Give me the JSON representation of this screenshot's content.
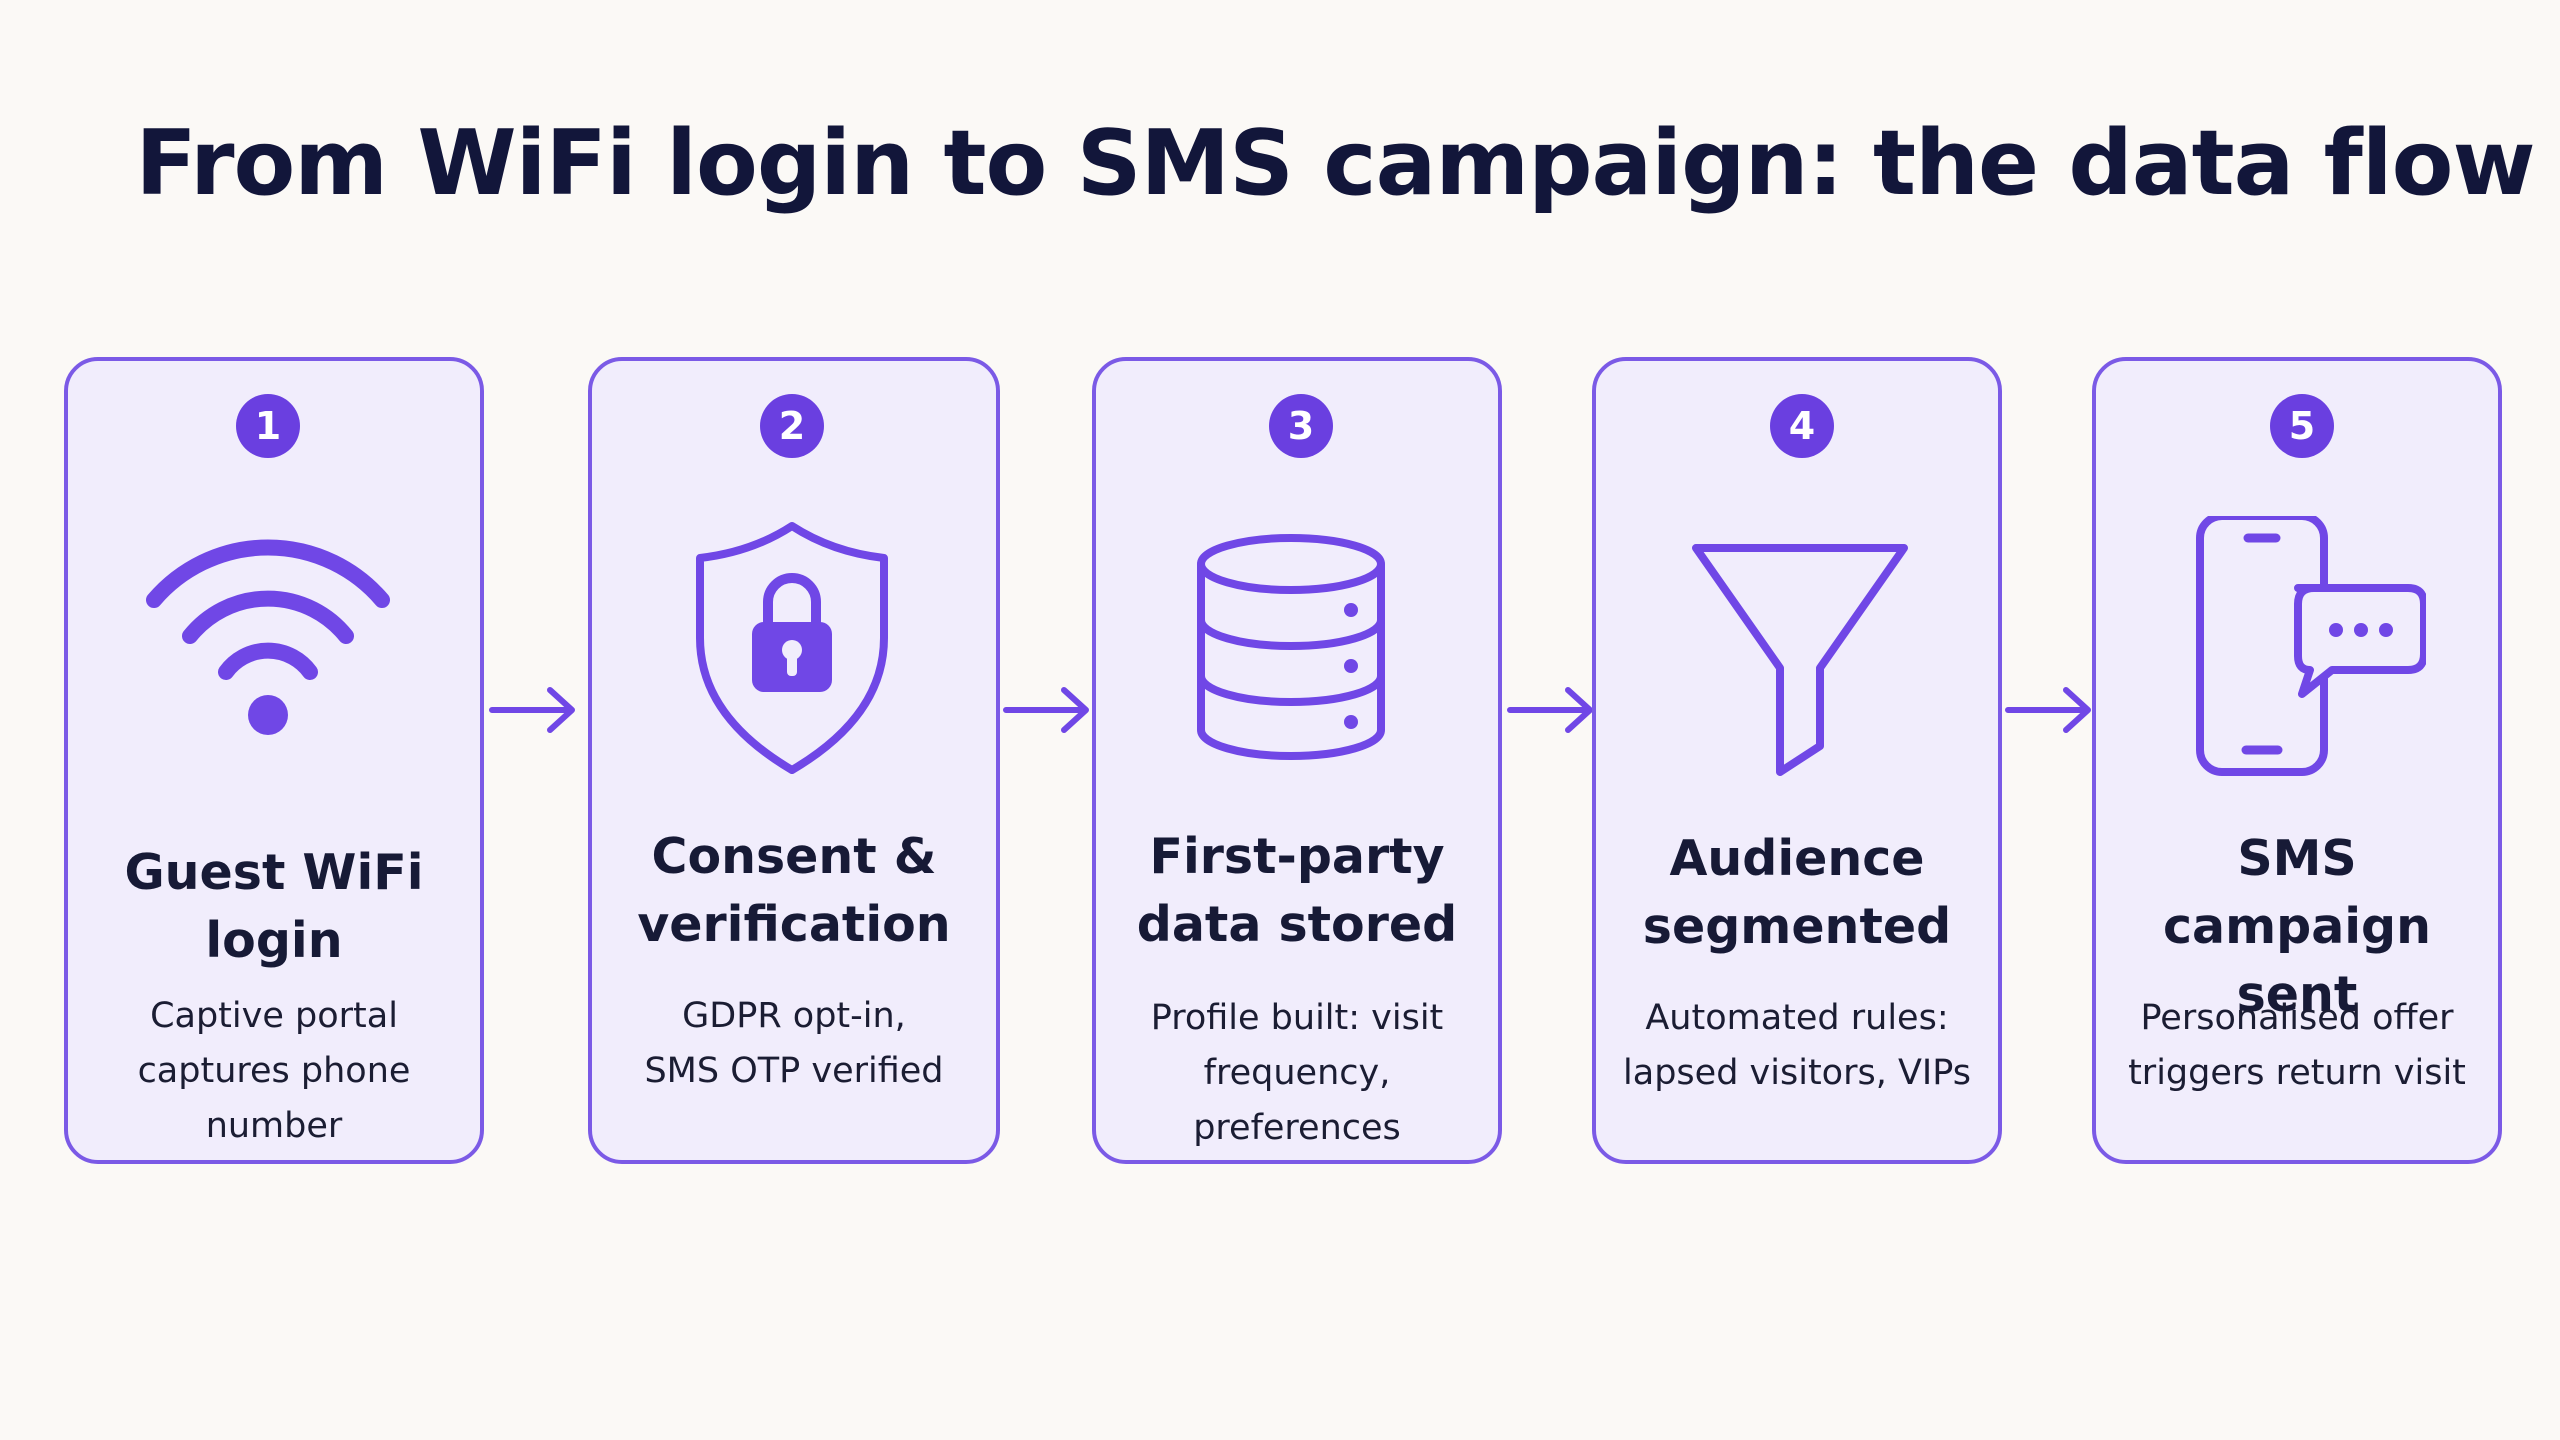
{
  "title": "From WiFi login to SMS campaign: the data flow",
  "colors": {
    "accent": "#6a3fe0",
    "card_fill": "#f1edfc",
    "card_border": "#7b5ae6",
    "icon_stroke": "#7047e6",
    "background": "#fbf9f6",
    "text": "#141733"
  },
  "steps": [
    {
      "number": "1",
      "icon": "wifi-icon",
      "heading": "Guest WiFi login",
      "description": "Captive portal\ncaptures phone number"
    },
    {
      "number": "2",
      "icon": "shield-lock-icon",
      "heading": "Consent &\nverification",
      "description": "GDPR opt-in,\nSMS OTP verified"
    },
    {
      "number": "3",
      "icon": "database-icon",
      "heading": "First-party\ndata stored",
      "description": "Profile built: visit\nfrequency, preferences"
    },
    {
      "number": "4",
      "icon": "funnel-icon",
      "heading": "Audience\nsegmented",
      "description": "Automated rules:\nlapsed visitors, VIPs"
    },
    {
      "number": "5",
      "icon": "phone-chat-icon",
      "heading": "SMS campaign\nsent",
      "description": "Personalised offer\ntriggers return visit"
    }
  ]
}
